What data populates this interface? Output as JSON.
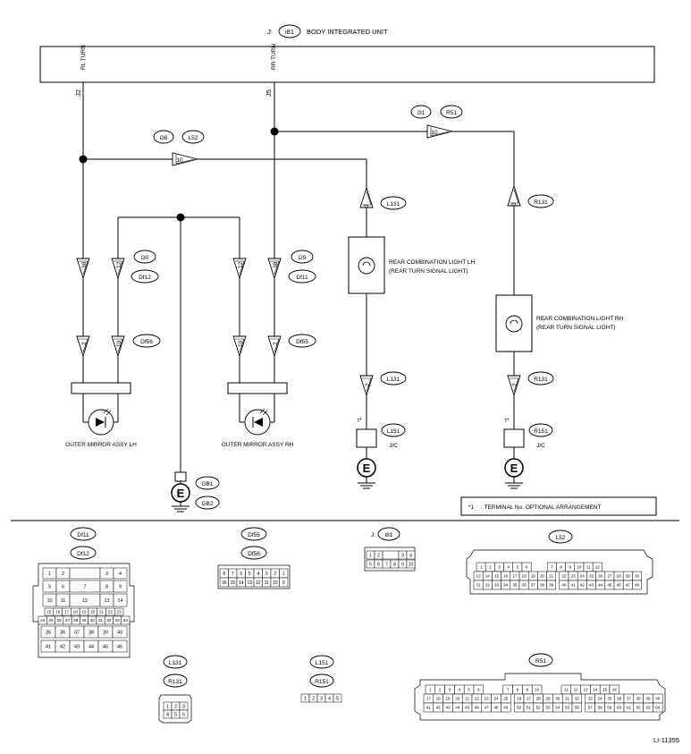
{
  "title": {
    "prefix": "J:",
    "code": "i81",
    "text": "BODY INTEGRATED UNIT"
  },
  "unit_terminals": [
    {
      "label": "RL TURN",
      "pin": "J2"
    },
    {
      "label": "RR TURN",
      "pin": "J5"
    }
  ],
  "connector_tags": {
    "i36": "i36",
    "L52": "L52",
    "i31": "i31",
    "R51": "R51",
    "L131_a": "L131",
    "R131_a": "R131",
    "i30": "i30",
    "Df12": "Df12",
    "i29": "i29",
    "Df11": "Df11",
    "Df56": "Df56",
    "Df55": "Df55",
    "L131_b": "L131",
    "R131_b": "R131",
    "L151": "L151",
    "R151": "R151",
    "GB1": "GB1",
    "GB2": "GB2"
  },
  "pins": {
    "L52": "10",
    "R51": "10",
    "L131": "3",
    "R131": "3",
    "i30_left": "38",
    "i30_right": "12",
    "i29_left": "12",
    "i29_right": "38",
    "Df56_left": "2",
    "Df56_right": "10",
    "Df55_left": "10",
    "Df55_right": "2",
    "L131_low": "2",
    "R131_low": "2"
  },
  "components": {
    "rear_lh_1": "REAR COMBINATION LIGHT LH",
    "rear_lh_2": "(REAR TURN SIGNAL LIGHT)",
    "rear_rh_1": "REAR COMBINATION LIGHT RH",
    "rear_rh_2": "(REAR TURN SIGNAL LIGHT)",
    "mirror_lh": "OUTER MIRROR ASSY LH",
    "mirror_rh": "OUTER MIRROR ASSY RH",
    "jc": "J/C",
    "ground": "E"
  },
  "marks": {
    "star": "*1"
  },
  "note": {
    "mark": "*1",
    "text": ": TERMINAL No. OPTIONAL ARRANGEMENT"
  },
  "connectors": {
    "df11": "Df11",
    "df12": "Df12",
    "df55": "Df55",
    "df56": "Df56",
    "j_prefix": "J:",
    "i81": "i81",
    "l52": "L52",
    "l131": "L131",
    "r131": "R131",
    "l151": "L151",
    "r151": "R151",
    "r51": "R51"
  },
  "connector_pins": {
    "df": [
      [
        "1",
        "2",
        "",
        "3",
        "4"
      ],
      [
        "5",
        "6",
        "7",
        "8",
        "9"
      ],
      [
        "10",
        "11",
        "12",
        "13",
        "14"
      ],
      [
        "15",
        "16",
        "17",
        "18",
        "19",
        "20",
        "21",
        "22",
        "23"
      ],
      [
        "24",
        "25",
        "26",
        "27",
        "28",
        "29",
        "30",
        "31",
        "32",
        "33",
        "34"
      ],
      [
        "35",
        "36",
        "37",
        "38",
        "39",
        "40"
      ],
      [
        "41",
        "42",
        "43",
        "44",
        "45",
        "46"
      ]
    ],
    "df56": [
      [
        "8",
        "7",
        "6",
        "5",
        "4",
        "3",
        "2",
        "1"
      ],
      [
        "16",
        "15",
        "14",
        "13",
        "12",
        "11",
        "10",
        "9"
      ]
    ],
    "i81": [
      [
        "1",
        "2",
        "",
        "3",
        "4"
      ],
      [
        "5",
        "6",
        "7",
        "8",
        "9",
        "10"
      ]
    ],
    "l52": [
      [
        "1",
        "2",
        "3",
        "4",
        "5",
        "6",
        "",
        "7",
        "8",
        "9",
        "10",
        "11",
        "12"
      ],
      [
        "13",
        "14",
        "15",
        "16",
        "17",
        "18",
        "19",
        "20",
        "21",
        "",
        "22",
        "23",
        "24",
        "25",
        "26",
        "27",
        "28",
        "29",
        "30"
      ],
      [
        "31",
        "32",
        "33",
        "34",
        "35",
        "36",
        "37",
        "38",
        "39",
        "",
        "40",
        "41",
        "42",
        "43",
        "44",
        "45",
        "46",
        "47",
        "48"
      ]
    ],
    "l131": [
      [
        "1",
        "2",
        "3"
      ],
      [
        "4",
        "5",
        "6"
      ]
    ],
    "l151": [
      "1",
      "2",
      "3",
      "4",
      "5"
    ],
    "r51": [
      [
        "1",
        "2",
        "3",
        "4",
        "5",
        "6",
        "",
        "7",
        "8",
        "9",
        "10",
        "",
        "11",
        "12",
        "13",
        "14",
        "15",
        "16"
      ],
      [
        "17",
        "18",
        "19",
        "20",
        "21",
        "22",
        "23",
        "24",
        "25",
        "26",
        "27",
        "28",
        "29",
        "30",
        "31",
        "32",
        "33",
        "34",
        "35",
        "36",
        "37",
        "38",
        "39",
        "40"
      ],
      [
        "41",
        "42",
        "43",
        "44",
        "45",
        "46",
        "47",
        "48",
        "49",
        "50",
        "51",
        "52",
        "53",
        "54",
        "55",
        "56",
        "57",
        "58",
        "59",
        "60",
        "61",
        "62",
        "63",
        "64"
      ]
    ]
  },
  "figure_id": "LI-11355"
}
